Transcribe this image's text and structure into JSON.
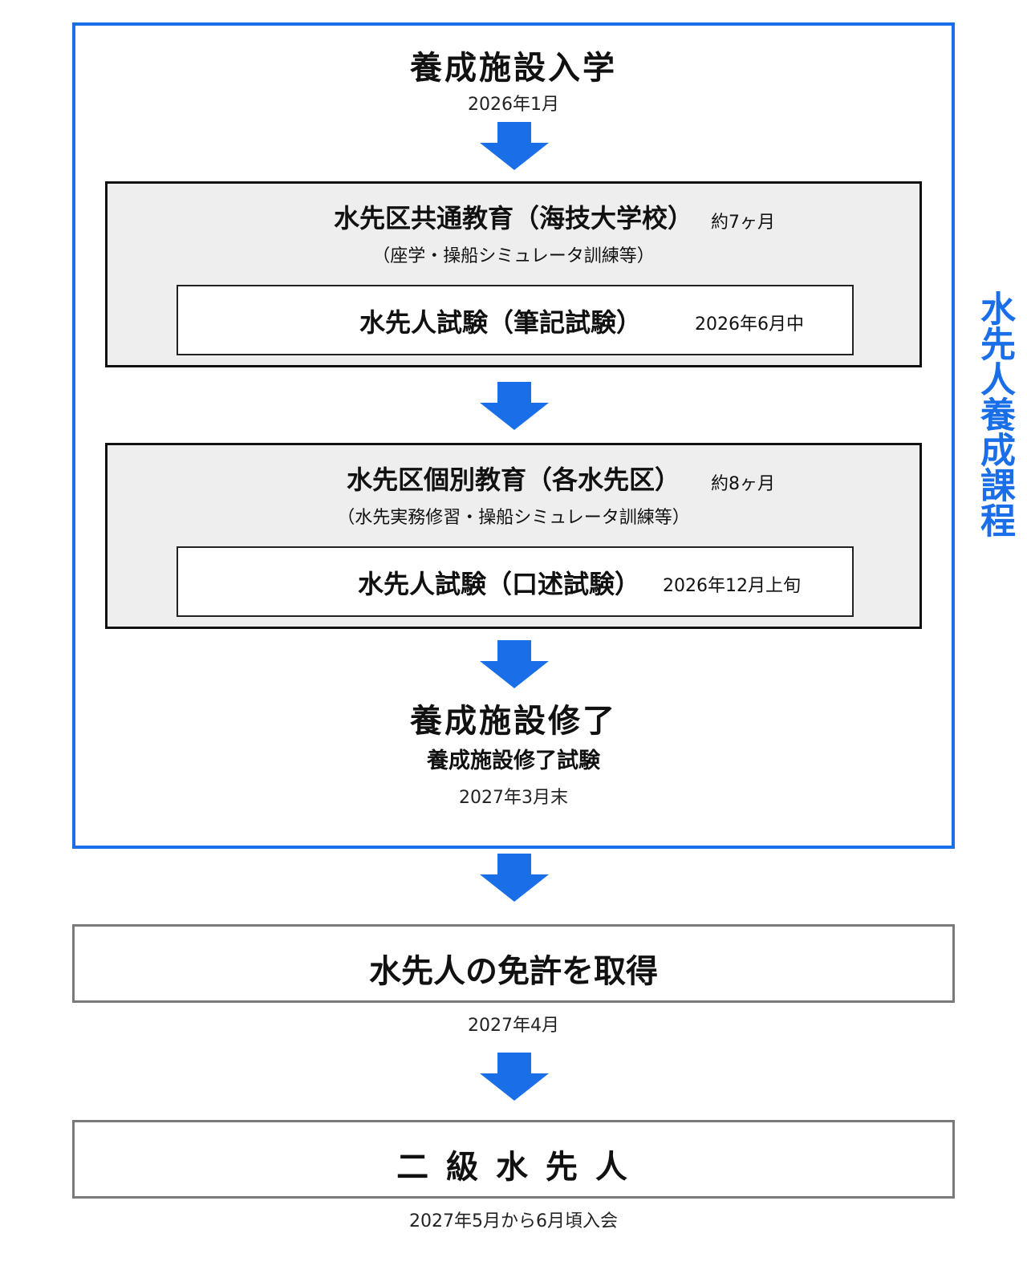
{
  "side_label": "水先人養成課程",
  "colors": {
    "accent": "#1a6fe8",
    "box_fill": "#eeeeee",
    "border_dark": "#111111",
    "border_gray": "#7a7a7a"
  },
  "entry": {
    "title": "養成施設入学",
    "date": "2026年1月"
  },
  "common_education": {
    "title": "水先区共通教育（海技大学校）",
    "duration": "約7ヶ月",
    "note": "（座学・操船シミュレータ訓練等）",
    "exam": {
      "label": "水先人試験（筆記試験）",
      "date": "2026年6月中"
    }
  },
  "individual_education": {
    "title": "水先区個別教育（各水先区）",
    "duration": "約8ヶ月",
    "note": "（水先実務修習・操船シミュレータ訓練等）",
    "exam": {
      "label": "水先人試験（口述試験）",
      "date": "2026年12月上旬"
    }
  },
  "completion": {
    "title": "養成施設修了",
    "exam": "養成施設修了試験",
    "date": "2027年3月末"
  },
  "license": {
    "label": "水先人の免許を取得",
    "date": "2027年4月"
  },
  "final": {
    "label": "二 級 水 先 人",
    "date": "2027年5月から6月頃入会"
  },
  "arrow_icon": "down-arrow-icon"
}
